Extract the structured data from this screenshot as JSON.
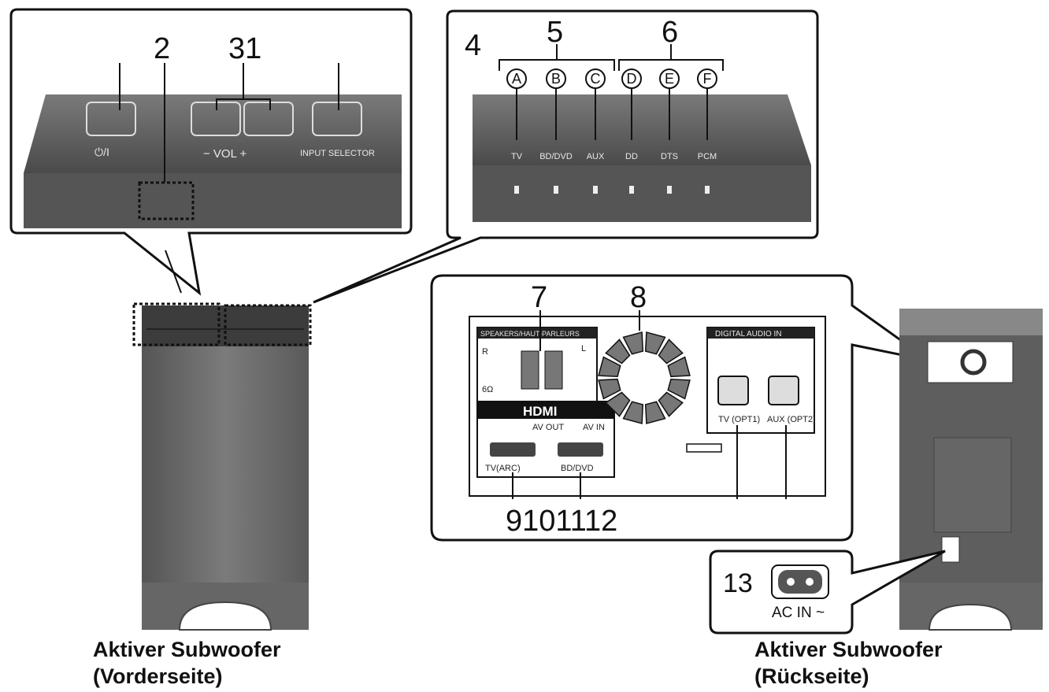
{
  "front_panel": {
    "callouts": [
      "2",
      "31"
    ],
    "button_labels": {
      "power": "⏻/I",
      "vol": "−  VOL  +",
      "input": "INPUT SELECTOR"
    }
  },
  "indicator_panel": {
    "callouts": [
      "4",
      "5",
      "6"
    ],
    "letters": [
      "A",
      "B",
      "C",
      "D",
      "E",
      "F"
    ],
    "labels": [
      "TV",
      "BD/DVD",
      "AUX",
      "DD",
      "DTS",
      "PCM"
    ]
  },
  "rear_panel": {
    "callouts": [
      "7",
      "8",
      "9101112"
    ],
    "speakers_header": "SPEAKERS/HAUT-PARLEURS",
    "impedance": "6Ω",
    "hdmi_logo": "HDMI",
    "av_out": "AV OUT",
    "av_in": "AV IN",
    "hdmi_ports": [
      "TV(ARC)",
      "BD/DVD"
    ],
    "digital_header": "DIGITAL AUDIO IN",
    "optical_ports": [
      "TV (OPT1)",
      "AUX (OPT2)"
    ]
  },
  "ac_inset": {
    "callout": "13",
    "label": "AC IN ~"
  },
  "captions": {
    "front": [
      "Aktiver Subwoofer",
      "(Vorderseite)"
    ],
    "rear": [
      "Aktiver Subwoofer",
      "(Rückseite)"
    ]
  }
}
